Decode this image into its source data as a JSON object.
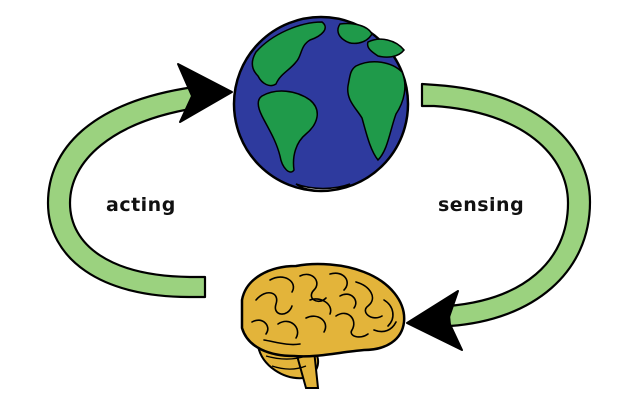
{
  "labels": {
    "left": "acting",
    "right": "sensing"
  },
  "nodes": {
    "top": "earth-globe",
    "bottom": "brain"
  },
  "colors": {
    "arrow_fill": "#9bd27f",
    "outline": "#000000",
    "ocean": "#2e3a9e",
    "land": "#1f9a4a",
    "brain": "#e3b43a",
    "background": "#ffffff"
  }
}
